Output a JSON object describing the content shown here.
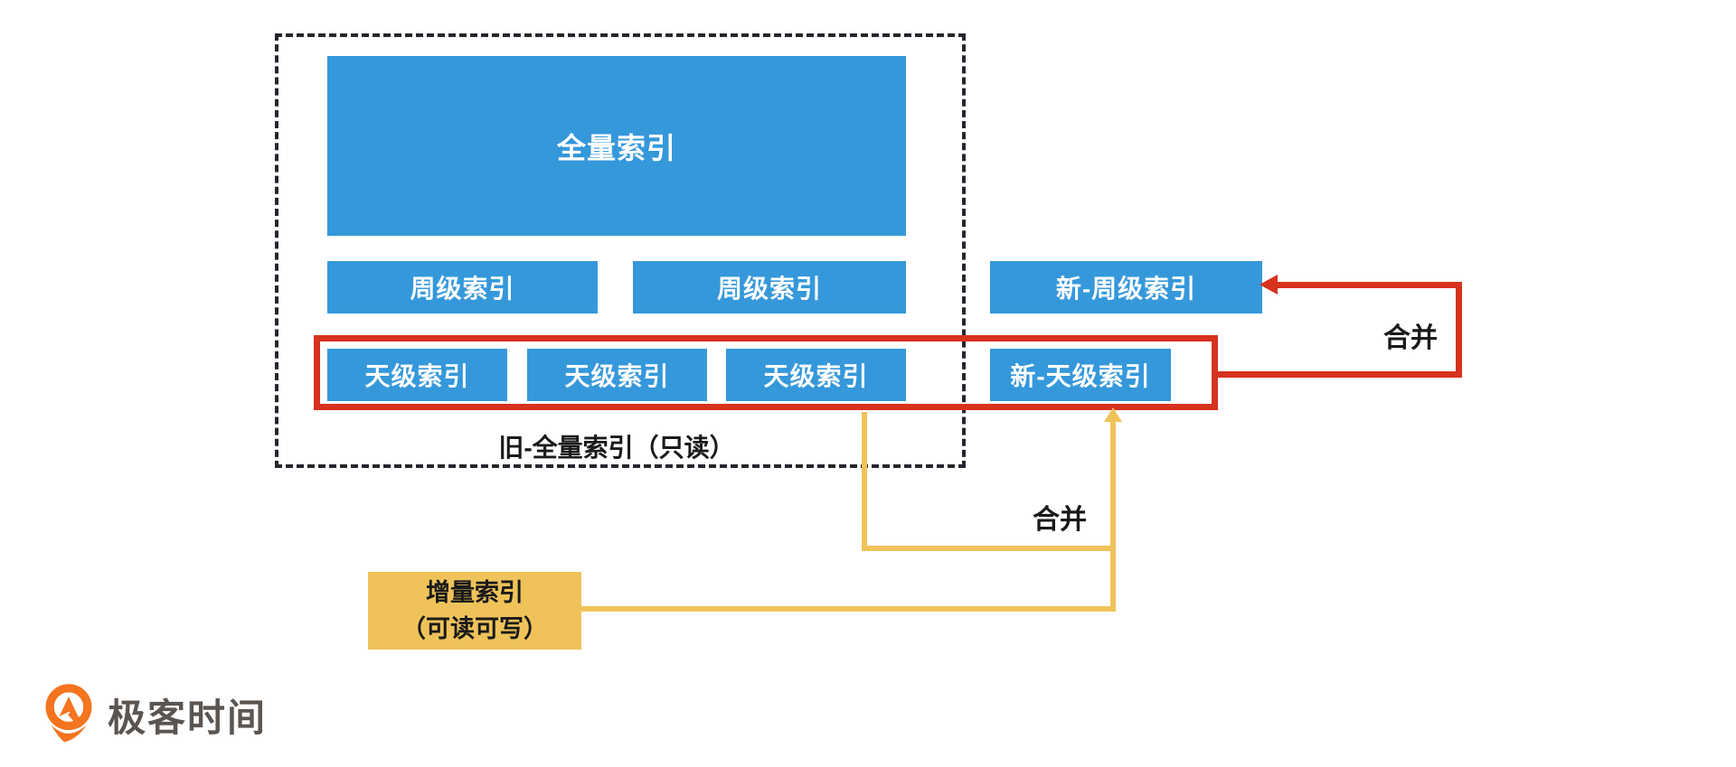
{
  "diagram": {
    "old_group": {
      "label": "旧-全量索引（只读）",
      "full_index": "全量索引",
      "week_indexes": [
        "周级索引",
        "周级索引"
      ],
      "day_indexes": [
        "天级索引",
        "天级索引",
        "天级索引"
      ]
    },
    "new_week_index": "新-周级索引",
    "new_day_index": "新-天级索引",
    "incremental_index": {
      "line1": "增量索引",
      "line2": "（可读可写）"
    },
    "merge_red": "合并",
    "merge_yellow": "合并"
  },
  "footer": {
    "brand": "极客时间"
  },
  "colors": {
    "box_blue": "#3598db",
    "highlight_red": "#d6321e",
    "line_yellow": "#efc35a",
    "dashed_border": "#26262e",
    "logo_orange": "#f4741f",
    "text_dark": "#1a1a1a",
    "box_text": "#ffffff"
  }
}
